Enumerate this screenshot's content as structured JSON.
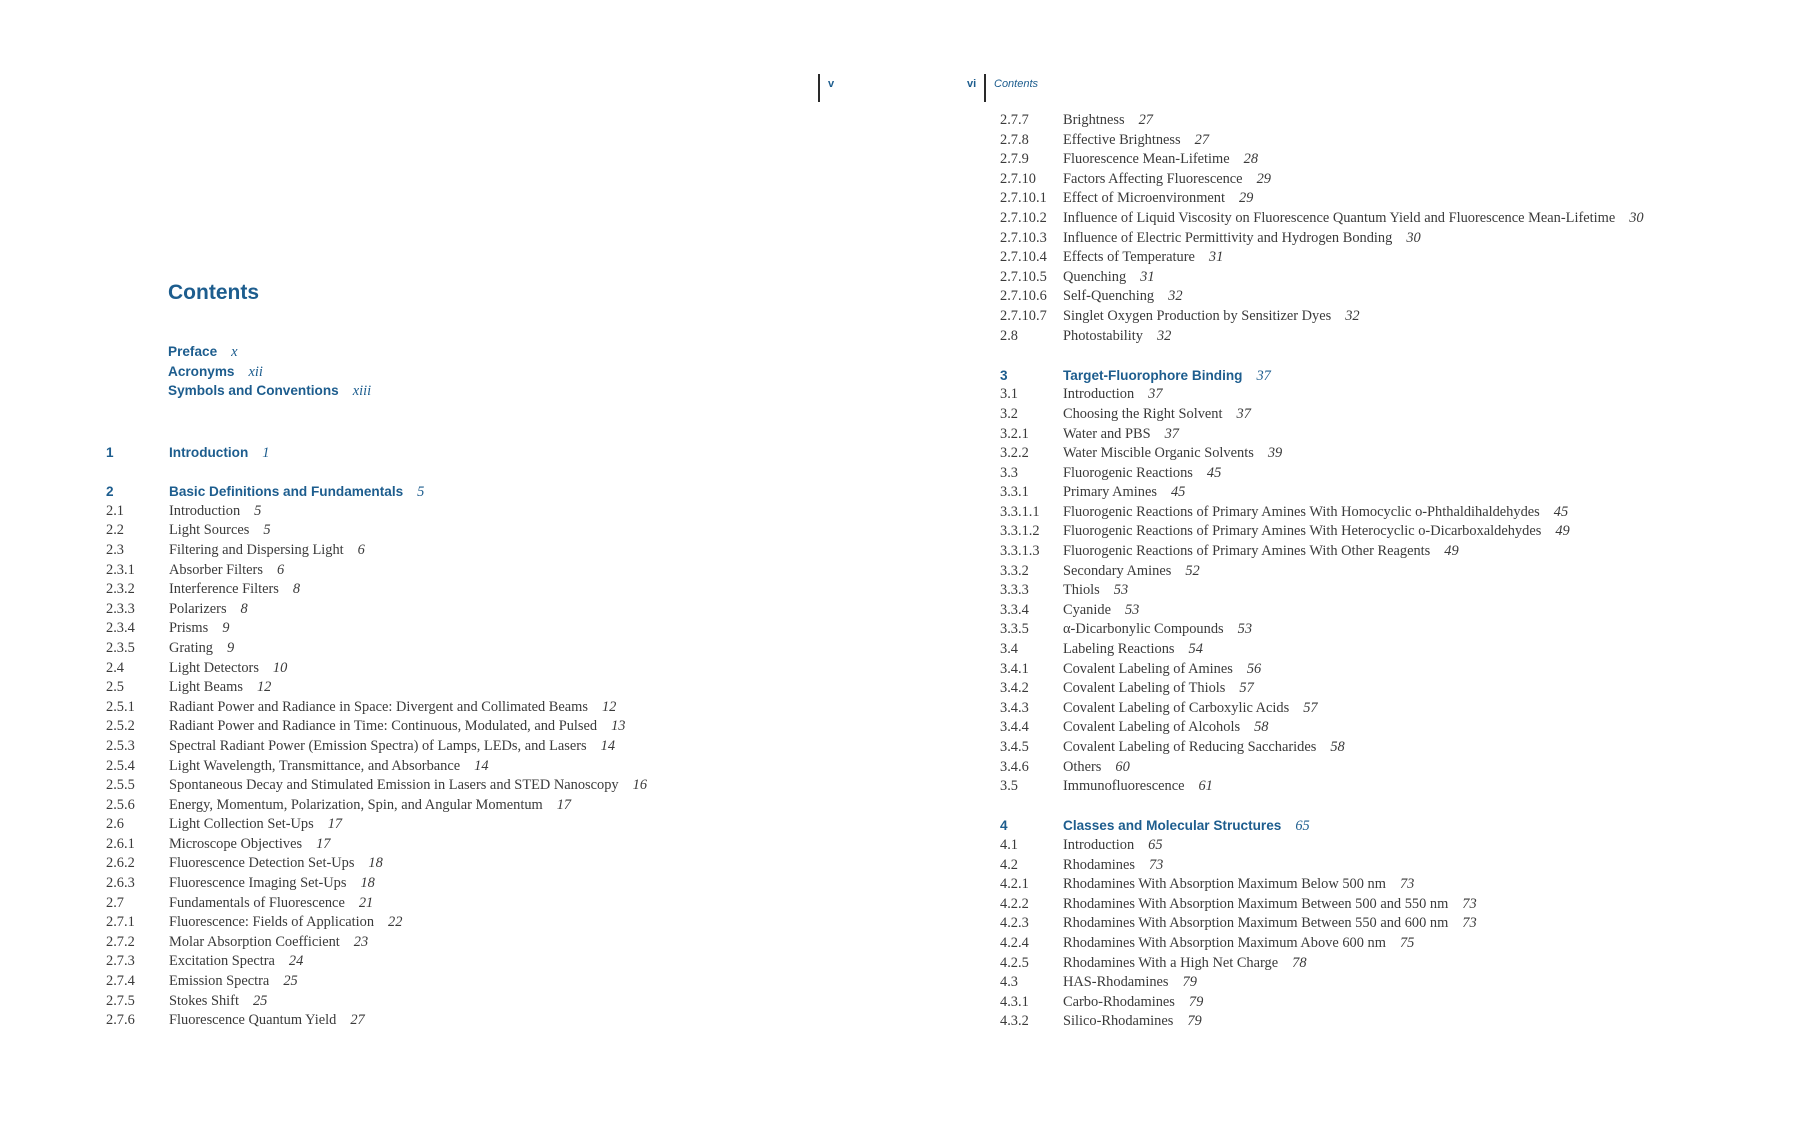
{
  "header": {
    "left_page_number": "v",
    "right_page_number": "vi",
    "right_running_title": "Contents"
  },
  "left_page": {
    "title": "Contents",
    "front_matter": [
      {
        "label": "Preface",
        "page": "x"
      },
      {
        "label": "Acronyms",
        "page": "xii"
      },
      {
        "label": "Symbols and Conventions",
        "page": "xiii"
      }
    ],
    "entries": [
      {
        "type": "chapter",
        "num": "1",
        "label": "Introduction",
        "page": "1"
      },
      {
        "type": "gap"
      },
      {
        "type": "chapter",
        "num": "2",
        "label": "Basic Definitions and Fundamentals",
        "page": "5"
      },
      {
        "num": "2.1",
        "label": "Introduction",
        "page": "5"
      },
      {
        "num": "2.2",
        "label": "Light Sources",
        "page": "5"
      },
      {
        "num": "2.3",
        "label": "Filtering and Dispersing Light",
        "page": "6"
      },
      {
        "num": "2.3.1",
        "label": "Absorber Filters",
        "page": "6"
      },
      {
        "num": "2.3.2",
        "label": "Interference Filters",
        "page": "8"
      },
      {
        "num": "2.3.3",
        "label": "Polarizers",
        "page": "8"
      },
      {
        "num": "2.3.4",
        "label": "Prisms",
        "page": "9"
      },
      {
        "num": "2.3.5",
        "label": "Grating",
        "page": "9"
      },
      {
        "num": "2.4",
        "label": "Light Detectors",
        "page": "10"
      },
      {
        "num": "2.5",
        "label": "Light Beams",
        "page": "12"
      },
      {
        "num": "2.5.1",
        "label": "Radiant Power and Radiance in Space: Divergent and Collimated Beams",
        "page": "12"
      },
      {
        "num": "2.5.2",
        "label": "Radiant Power and Radiance in Time: Continuous, Modulated, and Pulsed",
        "page": "13"
      },
      {
        "num": "2.5.3",
        "label": "Spectral Radiant Power (Emission Spectra) of Lamps, LEDs, and Lasers",
        "page": "14"
      },
      {
        "num": "2.5.4",
        "label": "Light Wavelength, Transmittance, and Absorbance",
        "page": "14"
      },
      {
        "num": "2.5.5",
        "label": "Spontaneous Decay and Stimulated Emission in Lasers and STED Nanoscopy",
        "page": "16"
      },
      {
        "num": "2.5.6",
        "label": "Energy, Momentum, Polarization, Spin, and Angular Momentum",
        "page": "17"
      },
      {
        "num": "2.6",
        "label": "Light Collection Set-Ups",
        "page": "17"
      },
      {
        "num": "2.6.1",
        "label": "Microscope Objectives",
        "page": "17"
      },
      {
        "num": "2.6.2",
        "label": "Fluorescence Detection Set-Ups",
        "page": "18"
      },
      {
        "num": "2.6.3",
        "label": "Fluorescence Imaging Set-Ups",
        "page": "18"
      },
      {
        "num": "2.7",
        "label": "Fundamentals of Fluorescence",
        "page": "21"
      },
      {
        "num": "2.7.1",
        "label": "Fluorescence: Fields of Application",
        "page": "22"
      },
      {
        "num": "2.7.2",
        "label": "Molar Absorption Coefficient",
        "page": "23"
      },
      {
        "num": "2.7.3",
        "label": "Excitation Spectra",
        "page": "24"
      },
      {
        "num": "2.7.4",
        "label": "Emission Spectra",
        "page": "25"
      },
      {
        "num": "2.7.5",
        "label": "Stokes Shift",
        "page": "25"
      },
      {
        "num": "2.7.6",
        "label": "Fluorescence Quantum Yield",
        "page": "27"
      }
    ]
  },
  "right_page": {
    "entries": [
      {
        "num": "2.7.7",
        "label": "Brightness",
        "page": "27"
      },
      {
        "num": "2.7.8",
        "label": "Effective Brightness",
        "page": "27"
      },
      {
        "num": "2.7.9",
        "label": "Fluorescence Mean-Lifetime",
        "page": "28"
      },
      {
        "num": "2.7.10",
        "label": "Factors Affecting Fluorescence",
        "page": "29"
      },
      {
        "num": "2.7.10.1",
        "label": "Effect of Microenvironment",
        "page": "29"
      },
      {
        "num": "2.7.10.2",
        "label": "Influence of Liquid Viscosity on Fluorescence Quantum Yield and Fluorescence Mean-Lifetime",
        "page": "30"
      },
      {
        "num": "2.7.10.3",
        "label": "Influence of Electric Permittivity and Hydrogen Bonding",
        "page": "30"
      },
      {
        "num": "2.7.10.4",
        "label": "Effects of Temperature",
        "page": "31"
      },
      {
        "num": "2.7.10.5",
        "label": "Quenching",
        "page": "31"
      },
      {
        "num": "2.7.10.6",
        "label": "Self-Quenching",
        "page": "32"
      },
      {
        "num": "2.7.10.7",
        "label": "Singlet Oxygen Production by Sensitizer Dyes",
        "page": "32"
      },
      {
        "num": "2.8",
        "label": "Photostability",
        "page": "32"
      },
      {
        "type": "gap"
      },
      {
        "type": "chapter",
        "num": "3",
        "label": "Target-Fluorophore Binding",
        "page": "37"
      },
      {
        "num": "3.1",
        "label": "Introduction",
        "page": "37"
      },
      {
        "num": "3.2",
        "label": "Choosing the Right Solvent",
        "page": "37"
      },
      {
        "num": "3.2.1",
        "label": "Water and PBS",
        "page": "37"
      },
      {
        "num": "3.2.2",
        "label": "Water Miscible Organic Solvents",
        "page": "39"
      },
      {
        "num": "3.3",
        "label": "Fluorogenic Reactions",
        "page": "45"
      },
      {
        "num": "3.3.1",
        "label": "Primary Amines",
        "page": "45"
      },
      {
        "num": "3.3.1.1",
        "label": "Fluorogenic Reactions of Primary Amines With Homocyclic o-Phthaldihaldehydes",
        "page": "45"
      },
      {
        "num": "3.3.1.2",
        "label": "Fluorogenic Reactions of Primary Amines With Heterocyclic o-Dicarboxaldehydes",
        "page": "49"
      },
      {
        "num": "3.3.1.3",
        "label": "Fluorogenic Reactions of Primary Amines With Other Reagents",
        "page": "49"
      },
      {
        "num": "3.3.2",
        "label": "Secondary Amines",
        "page": "52"
      },
      {
        "num": "3.3.3",
        "label": "Thiols",
        "page": "53"
      },
      {
        "num": "3.3.4",
        "label": "Cyanide",
        "page": "53"
      },
      {
        "num": "3.3.5",
        "label": "α-Dicarbonylic Compounds",
        "page": "53"
      },
      {
        "num": "3.4",
        "label": "Labeling Reactions",
        "page": "54"
      },
      {
        "num": "3.4.1",
        "label": "Covalent Labeling of Amines",
        "page": "56"
      },
      {
        "num": "3.4.2",
        "label": "Covalent Labeling of Thiols",
        "page": "57"
      },
      {
        "num": "3.4.3",
        "label": "Covalent Labeling of Carboxylic Acids",
        "page": "57"
      },
      {
        "num": "3.4.4",
        "label": "Covalent Labeling of Alcohols",
        "page": "58"
      },
      {
        "num": "3.4.5",
        "label": "Covalent Labeling of Reducing Saccharides",
        "page": "58"
      },
      {
        "num": "3.4.6",
        "label": "Others",
        "page": "60"
      },
      {
        "num": "3.5",
        "label": "Immunofluorescence",
        "page": "61"
      },
      {
        "type": "gap"
      },
      {
        "type": "chapter",
        "num": "4",
        "label": "Classes and Molecular Structures",
        "page": "65"
      },
      {
        "num": "4.1",
        "label": "Introduction",
        "page": "65"
      },
      {
        "num": "4.2",
        "label": "Rhodamines",
        "page": "73"
      },
      {
        "num": "4.2.1",
        "label": "Rhodamines With Absorption Maximum Below 500 nm",
        "page": "73"
      },
      {
        "num": "4.2.2",
        "label": "Rhodamines With Absorption Maximum Between 500 and 550 nm",
        "page": "73"
      },
      {
        "num": "4.2.3",
        "label": "Rhodamines With Absorption Maximum Between 550 and 600 nm",
        "page": "73"
      },
      {
        "num": "4.2.4",
        "label": "Rhodamines With Absorption Maximum Above 600 nm",
        "page": "75"
      },
      {
        "num": "4.2.5",
        "label": "Rhodamines With a High Net Charge",
        "page": "78"
      },
      {
        "num": "4.3",
        "label": "HAS-Rhodamines",
        "page": "79"
      },
      {
        "num": "4.3.1",
        "label": "Carbo-Rhodamines",
        "page": "79"
      },
      {
        "num": "4.3.2",
        "label": "Silico-Rhodamines",
        "page": "79"
      }
    ]
  }
}
